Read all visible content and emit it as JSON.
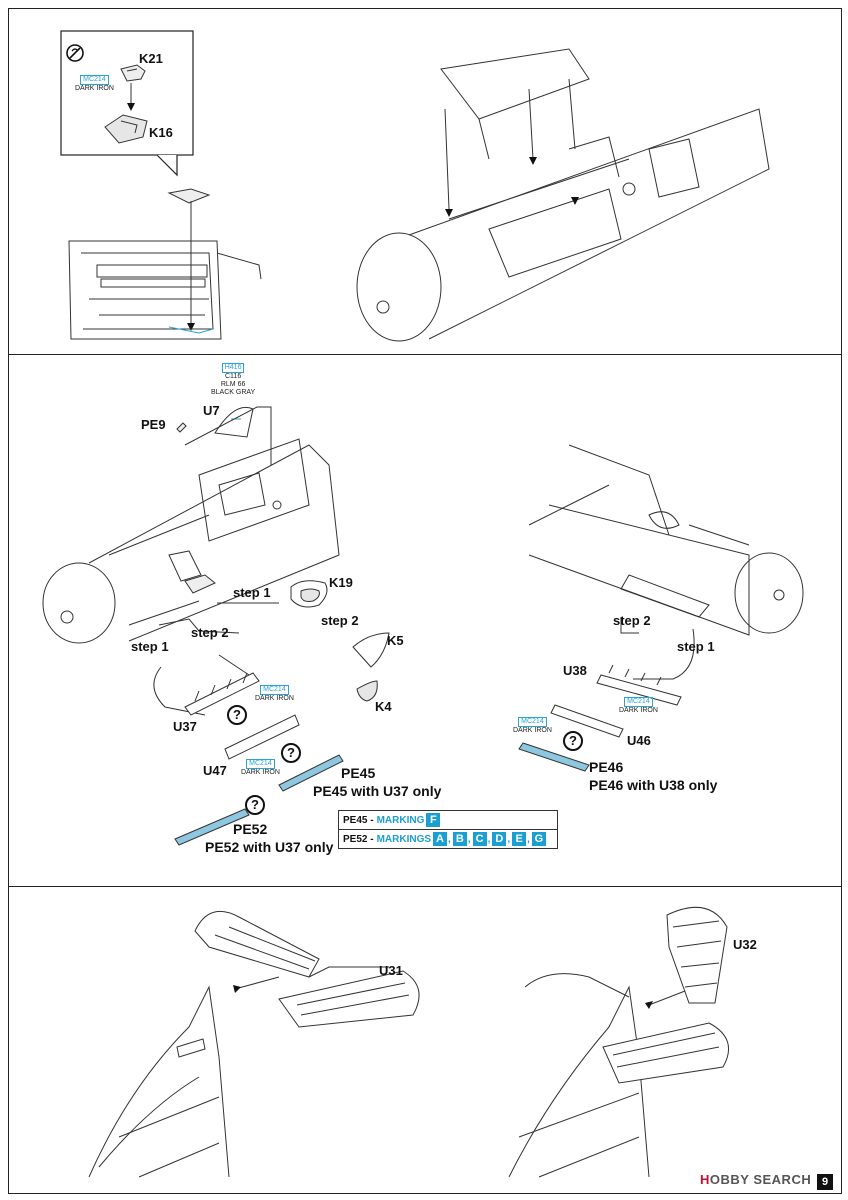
{
  "panel1": {
    "callout_icon": "no-glue-icon",
    "parts": {
      "k21": "K21",
      "k16": "K16"
    },
    "codes": {
      "k21_code": "MC214",
      "k21_color": "DARK IRON"
    }
  },
  "panel2": {
    "codes": {
      "u7_h": "H416",
      "u7_c": "C116",
      "u7_rlm": "RLM 66",
      "u7_color": "BLACK GRAY",
      "u37_code": "MC214",
      "u37_color": "DARK IRON",
      "u47_code": "MC214",
      "u47_color": "DARK IRON",
      "u46_code": "MC214",
      "u46_color": "DARK IRON",
      "u38_code": "MC214",
      "u38_color": "DARK IRON"
    },
    "parts": {
      "u7": "U7",
      "pe9": "PE9",
      "k19": "K19",
      "k5": "K5",
      "k4": "K4",
      "u37": "U37",
      "u47": "U47",
      "pe45": "PE45",
      "pe45_note": "PE45 with U37 only",
      "pe52": "PE52",
      "pe52_note": "PE52 with U37 only",
      "u38": "U38",
      "u46": "U46",
      "pe46": "PE46",
      "pe46_note": "PE46 with U38 only"
    },
    "steps": {
      "left_step1_a": "step 1",
      "left_step2_a": "step 2",
      "left_step2_b": "step 2",
      "left_step1_b": "step 1",
      "right_step2": "step 2",
      "right_step1": "step 1"
    },
    "legend": {
      "row1_label": "PE45 - ",
      "row1_key": "MARKING",
      "row1_letters": [
        "F"
      ],
      "row2_label": "PE52 - ",
      "row2_key": "MARKINGS",
      "row2_letters": [
        "A",
        "B",
        "C",
        "D",
        "E",
        "G"
      ],
      "separator": ","
    },
    "question_icon": "?"
  },
  "panel3": {
    "parts": {
      "u31": "U31",
      "u32": "U32"
    }
  },
  "footer": {
    "watermark_red": "H",
    "watermark_text": "OBBY SEARCH",
    "page_number": "9"
  },
  "colors": {
    "accent": "#1b9fd2",
    "line": "#333333",
    "watermark": "#c8102e"
  }
}
